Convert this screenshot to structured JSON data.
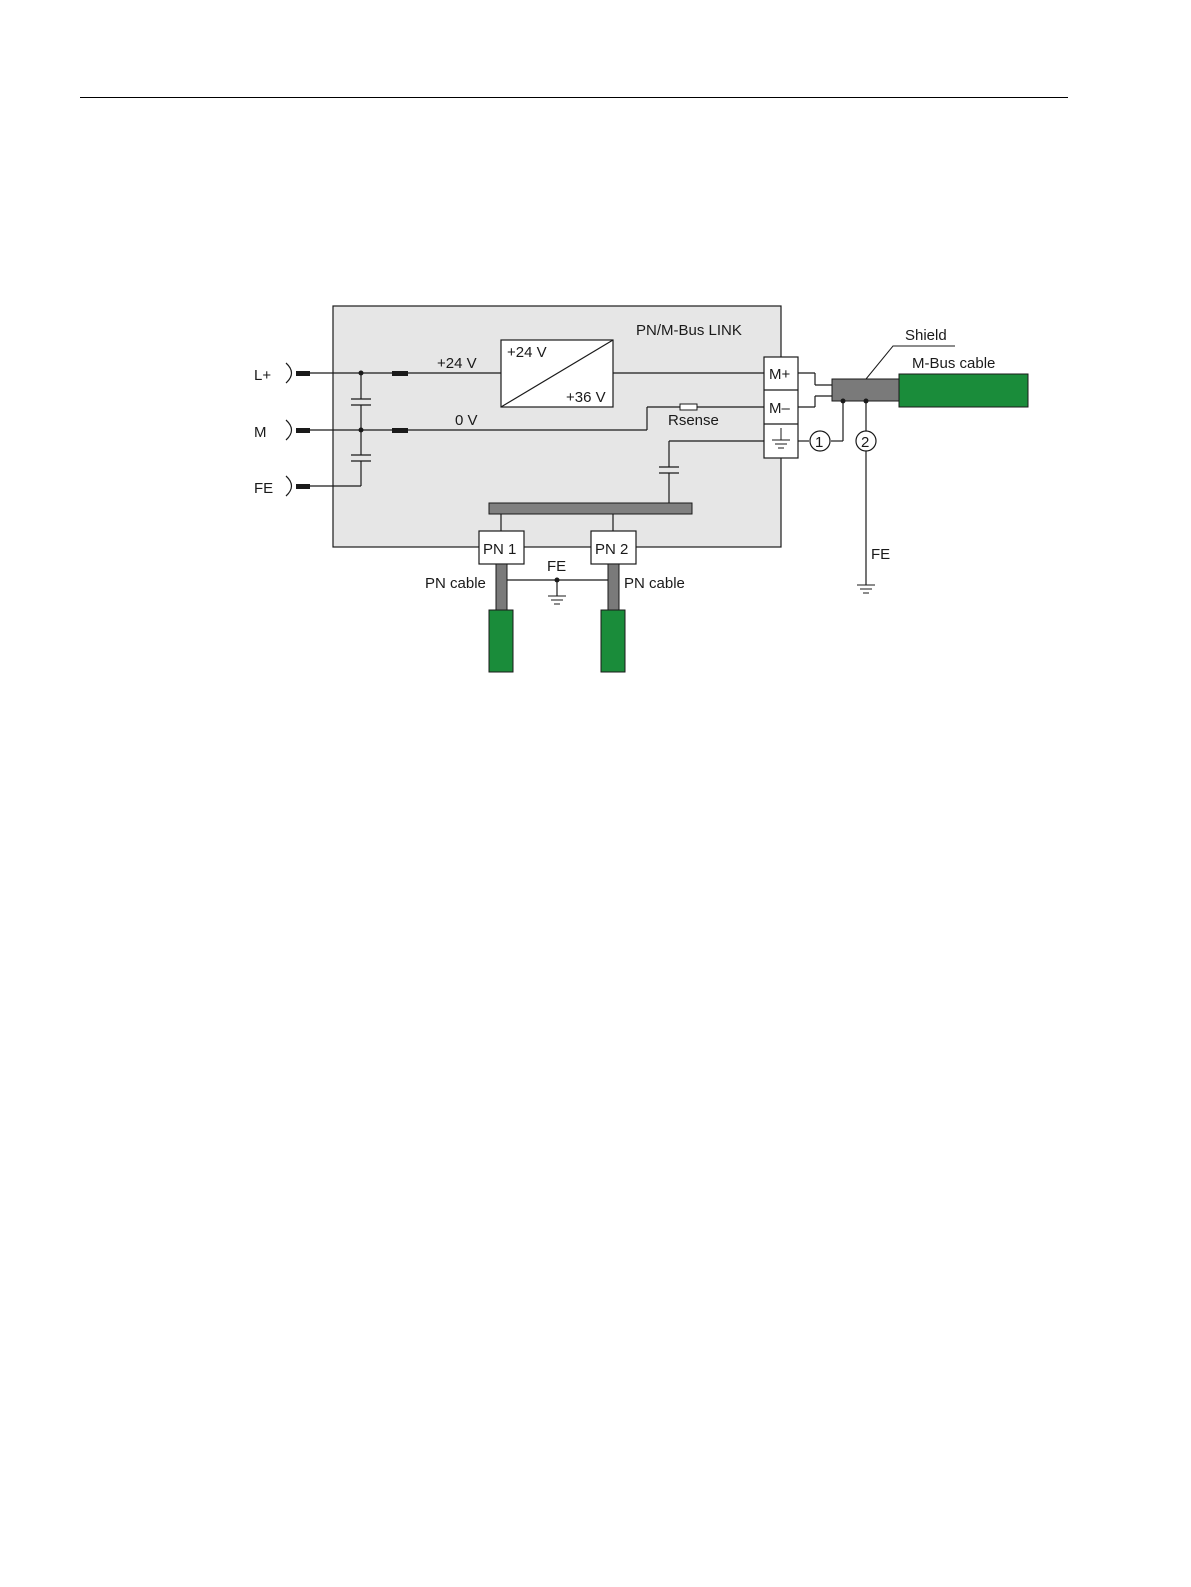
{
  "colors": {
    "module_fill": "#e6e6e6",
    "cable_green": "#1a8c3a",
    "shield_gray": "#7a7a7a",
    "bus_bar": "#808080",
    "line": "#1a1a1a"
  },
  "diagram": {
    "module_label": "PN/M-Bus LINK",
    "inputs": {
      "lplus": "L+",
      "m": "M",
      "fe": "FE"
    },
    "converter": {
      "in_label": "+24 V",
      "out_label": "+36 V"
    },
    "rails": {
      "v24": "+24 V",
      "v0": "0 V"
    },
    "resistor_label": "Rsense",
    "terminals": {
      "mplus": "M+",
      "mminus": "M–"
    },
    "shield_label": "Shield",
    "mbus_cable_label": "M-Bus cable",
    "callouts": {
      "one": "1",
      "two": "2"
    },
    "fe_ground_label": "FE",
    "ports": {
      "pn1": "PN 1",
      "pn2": "PN 2"
    },
    "pn_fe_label": "FE",
    "pn_cable_left": "PN cable",
    "pn_cable_right": "PN cable"
  }
}
